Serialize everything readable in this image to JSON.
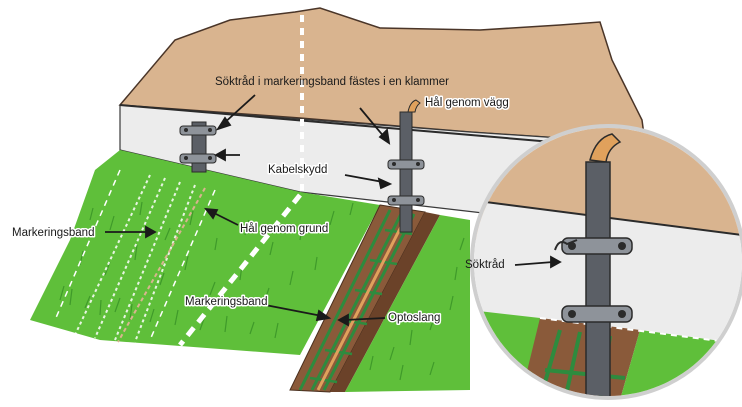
{
  "labels": {
    "soktrad_markeringsband_klammer": "Söktråd i markeringsband fästes i en klammer",
    "hal_genom_vagg": "Hål genom vägg",
    "kabelskydd": "Kabelskydd",
    "markeringsband_left": "Markeringsband",
    "hal_genom_grund": "Hål genom grund",
    "markeringsband_trench": "Markeringsband",
    "optoslang": "Optoslang",
    "soktrad": "Söktråd"
  },
  "colors": {
    "roof": "#d9b48f",
    "roof_outline": "#4a3528",
    "wall": "#ececec",
    "grass": "#5fbf3a",
    "grass_dark": "#3f9a2a",
    "soil": "#8a5a3a",
    "marking_band": "#2e8b3e",
    "conduit": "#5b5f66",
    "duct_end": "#e0a15c",
    "dashed_line": "#ffffff"
  }
}
